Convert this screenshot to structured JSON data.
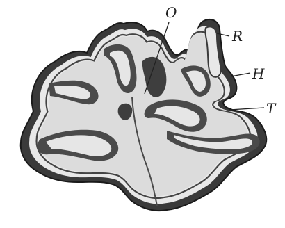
{
  "figure": {
    "labels": {
      "O": "O",
      "R": "R",
      "H": "H",
      "T": "T"
    },
    "colors": {
      "background": "#ffffff",
      "outer_band": "#3a3a3a",
      "light_band": "#e6e6e6",
      "inner_tissue": "#dcdcdc",
      "dark_patch": "#555555",
      "line": "#222222"
    }
  }
}
